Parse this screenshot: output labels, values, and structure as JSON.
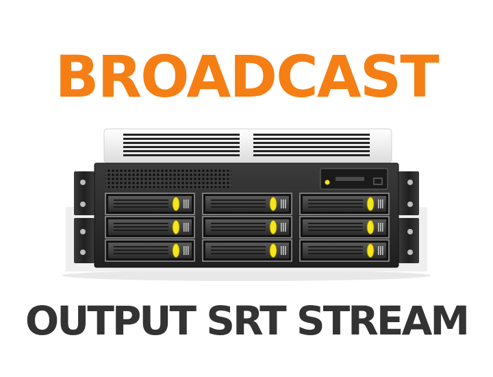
{
  "headline_top": "BROADCAST",
  "headline_bottom": "OUTPUT SRT STREAM",
  "colors": {
    "headline_top": "#f57f14",
    "headline_bottom": "#333333",
    "chassis_dark": "#2b2b2b",
    "drive_led": "#f6e61a",
    "power_led": "#f6e61a",
    "upper_unit_light": "#f2f2f2"
  },
  "illustration": {
    "icon": "rack-server-icon",
    "drive_rows": 3,
    "drive_columns": 3
  }
}
